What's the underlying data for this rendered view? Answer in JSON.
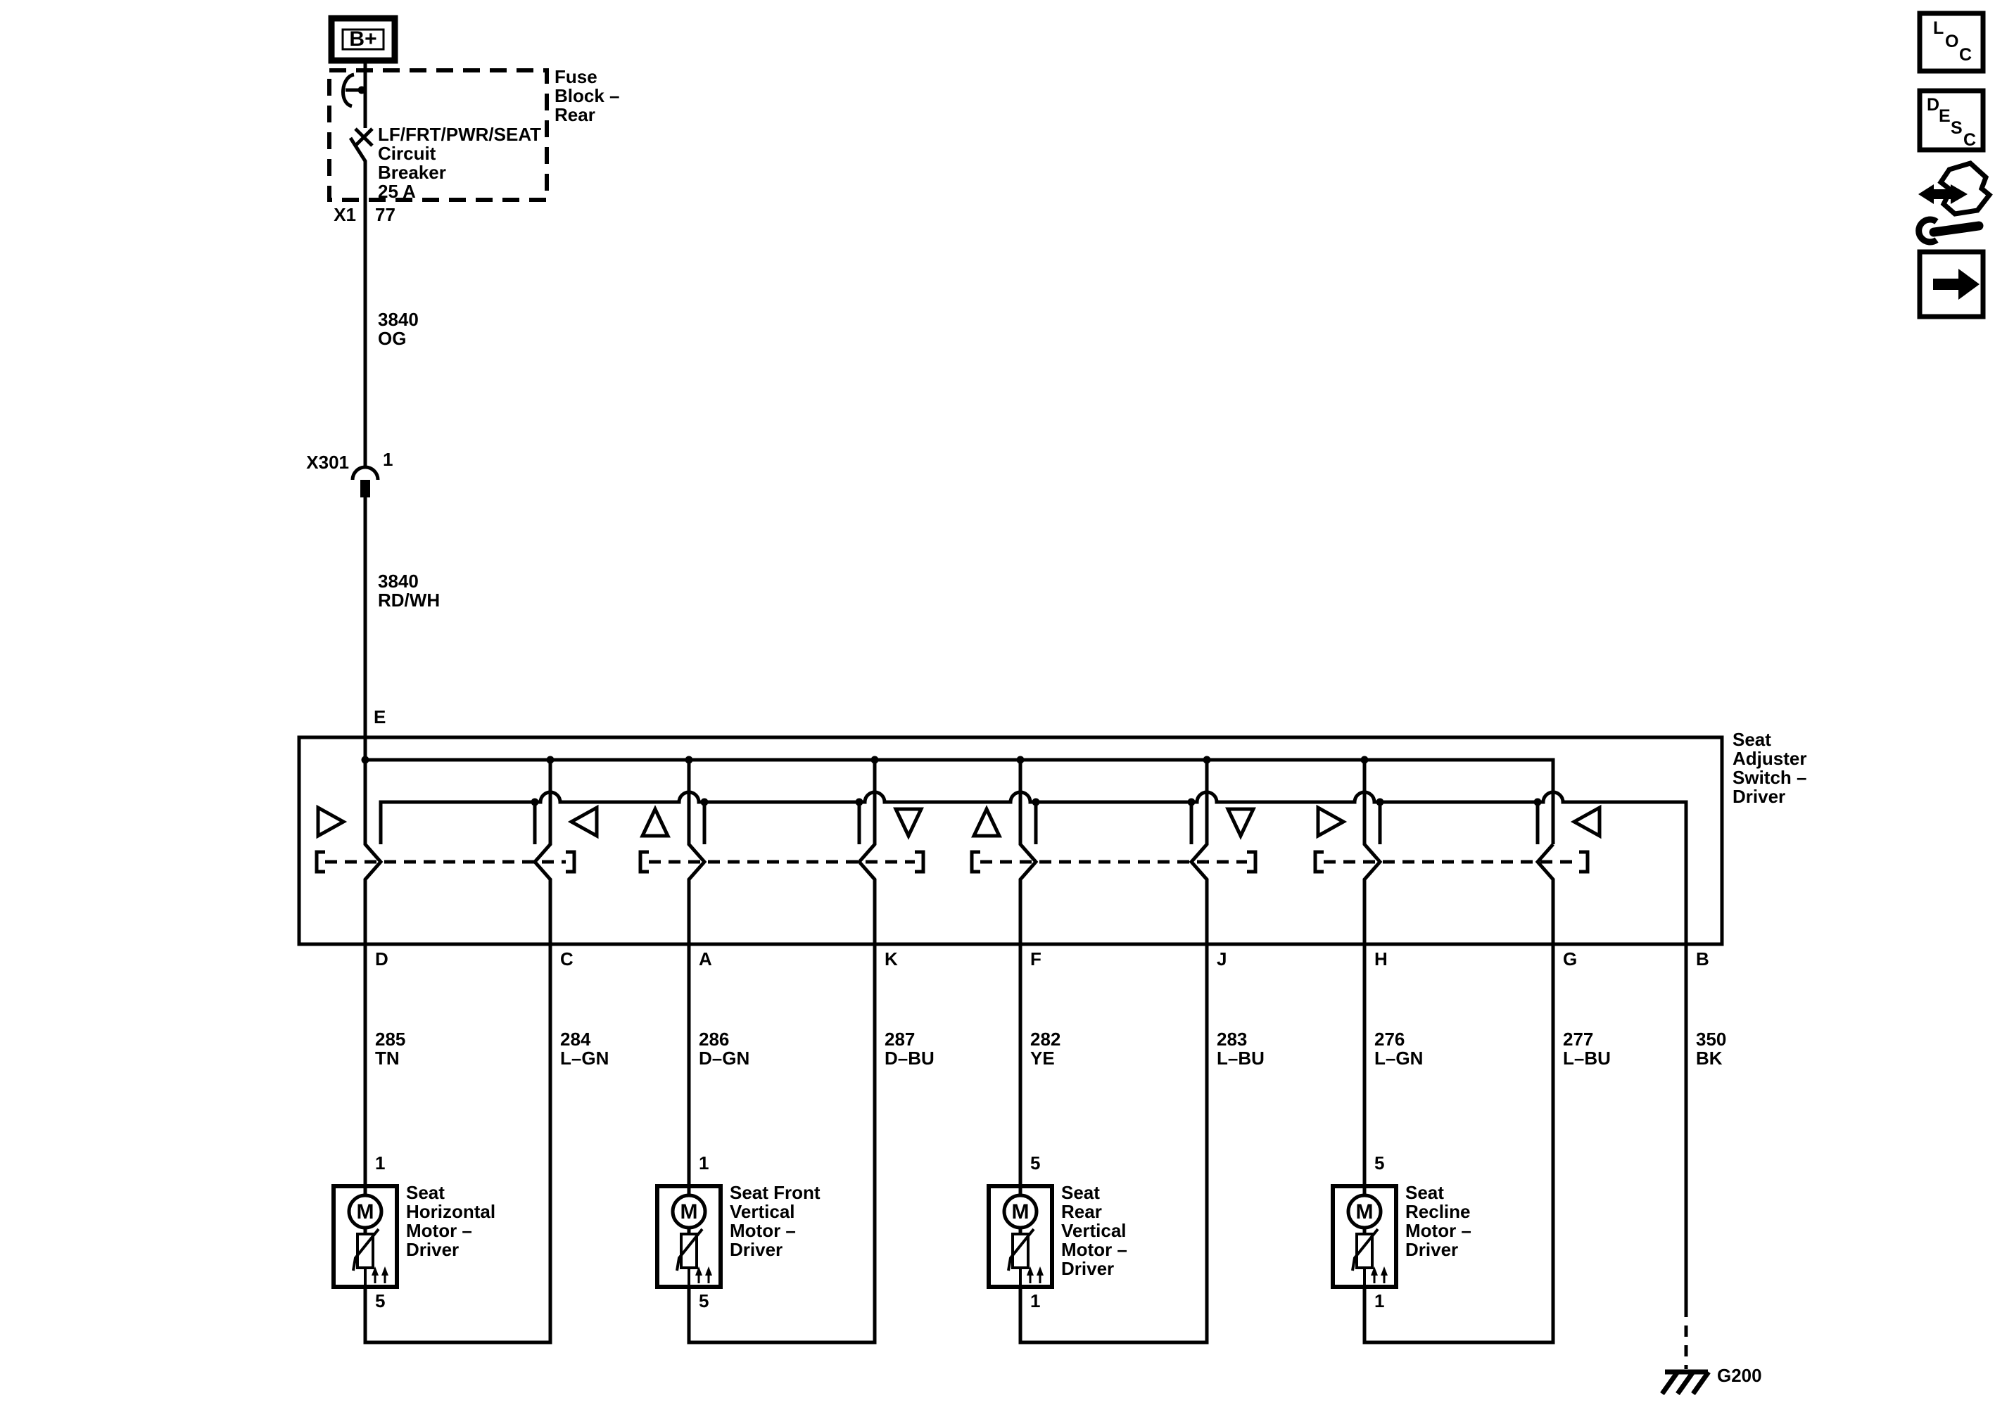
{
  "power": {
    "b_plus": "B+",
    "fuse_block_lines": [
      "Fuse",
      "Block –",
      "Rear"
    ],
    "breaker_lines": [
      "LF/FRT/PWR/SEAT",
      "Circuit",
      "Breaker",
      "25 A"
    ],
    "x1": "X1",
    "x1_pin": "77",
    "wire_og": {
      "circuit": "3840",
      "color": "OG"
    },
    "x301": "X301",
    "x301_pin": "1",
    "wire_rdwh": {
      "circuit": "3840",
      "color": "RD/WH"
    }
  },
  "switch_assembly": {
    "label_lines": [
      "Seat",
      "Adjuster",
      "Switch –",
      "Driver"
    ],
    "feed_pin": "E",
    "pins": [
      "D",
      "C",
      "A",
      "K",
      "F",
      "J",
      "H",
      "G",
      "B"
    ]
  },
  "circuits": [
    {
      "pin": "D",
      "circuit": "285",
      "color": "TN"
    },
    {
      "pin": "C",
      "circuit": "284",
      "color": "L–GN"
    },
    {
      "pin": "A",
      "circuit": "286",
      "color": "D–GN"
    },
    {
      "pin": "K",
      "circuit": "287",
      "color": "D–BU"
    },
    {
      "pin": "F",
      "circuit": "282",
      "color": "YE"
    },
    {
      "pin": "J",
      "circuit": "283",
      "color": "L–BU"
    },
    {
      "pin": "H",
      "circuit": "276",
      "color": "L–GN"
    },
    {
      "pin": "G",
      "circuit": "277",
      "color": "L–BU"
    },
    {
      "pin": "B",
      "circuit": "350",
      "color": "BK"
    }
  ],
  "motors": [
    {
      "m": "M",
      "top_pin": "1",
      "bottom_pin": "5",
      "label_lines": [
        "Seat",
        "Horizontal",
        "Motor –",
        "Driver"
      ]
    },
    {
      "m": "M",
      "top_pin": "1",
      "bottom_pin": "5",
      "label_lines": [
        "Seat Front",
        "Vertical",
        "Motor –",
        "Driver"
      ]
    },
    {
      "m": "M",
      "top_pin": "5",
      "bottom_pin": "1",
      "label_lines": [
        "Seat",
        "Rear",
        "Vertical",
        "Motor –",
        "Driver"
      ]
    },
    {
      "m": "M",
      "top_pin": "5",
      "bottom_pin": "1",
      "label_lines": [
        "Seat",
        "Recline",
        "Motor –",
        "Driver"
      ]
    }
  ],
  "ground": {
    "label": "G200"
  },
  "icons": {
    "loc": [
      "L",
      "O",
      "C"
    ],
    "desc": [
      "D",
      "E",
      "S",
      "C"
    ]
  },
  "colors": {
    "line": "#000000",
    "background": "#ffffff"
  }
}
